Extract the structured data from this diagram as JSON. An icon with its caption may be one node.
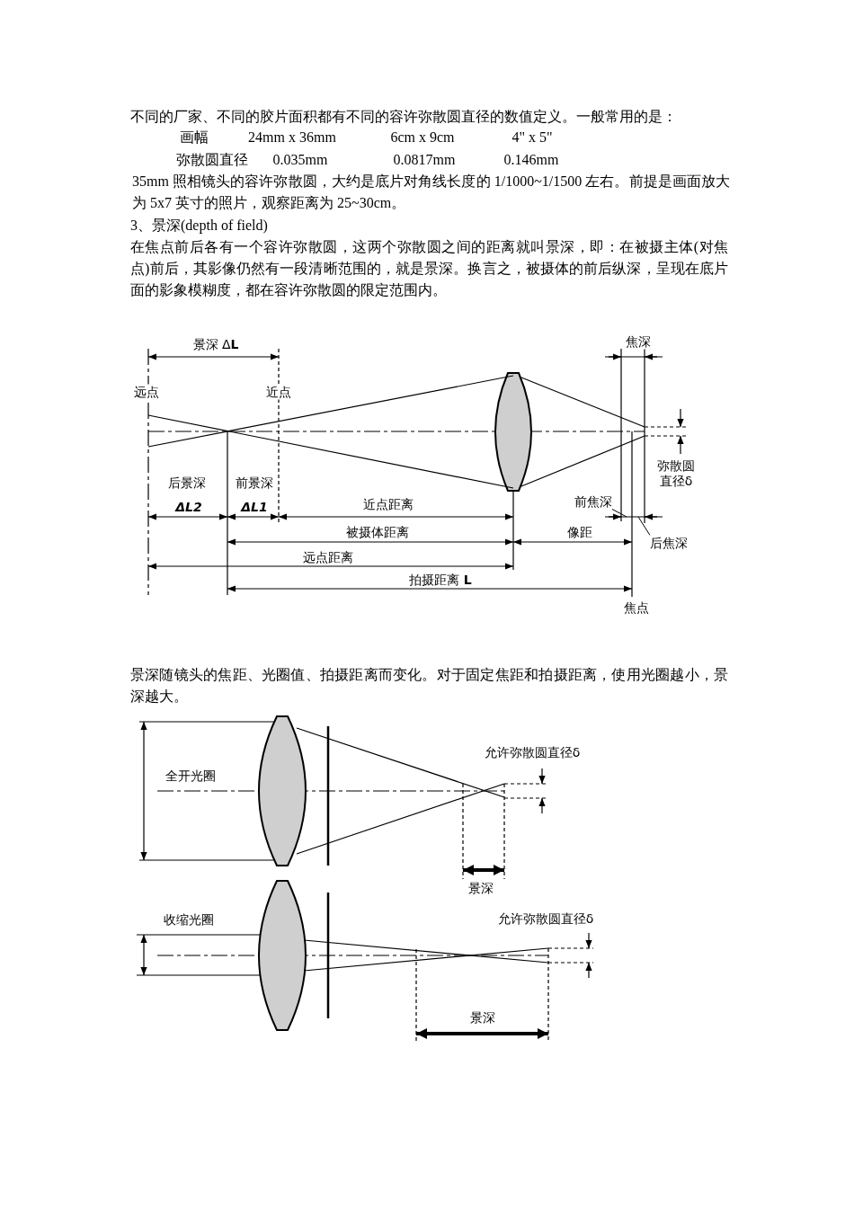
{
  "diagram": {
    "nodes": [
      {
        "text": [
          "前焦深"
        ]
      },
      {
        "text": [
          "后焦深"
        ]
      },
      {
        "text": [],
        "shape": "bar"
      }
    ],
    "edges": [
      {
        "from": 0,
        "to": 2,
        "arrow": "none"
      },
      {
        "from": 1,
        "to": 2,
        "arrow": "none"
      }
    ],
    "labels": [
      "不同的厂家、不同的胶片面积都有不同的容许弥散圆直径的数值定义。一般常用的是：",
      "画幅",
      "24mm x 36mm",
      "6cm x 9cm",
      "4\" x 5\"",
      "弥散圆直径",
      "0.035mm",
      "0.0817mm",
      "0.146mm",
      "35mm 照相镜头的容许弥散圆，大约是底片对角线长度的 1/1000~1/1500 左右。前提是画面放大为 5x7 英寸的照片，观察距离为 25~30cm。",
      "3、景深(depth of field)",
      "在焦点前后各有一个容许弥散圆，这两个弥散圆之间的距离就叫景深，即：在被摄主体(对焦点)前后，其影像仍然有一段清晰范围的，就是景深。换言之，被摄体的前后纵深，呈现在底片面的影象模糊度，都在容许弥散圆的限定范围内。",
      "景深 Δ**L**",
      "焦深",
      "远点",
      "近点",
      "弥散圆直径δ",
      "后景深",
      "前景深",
      "ΔL2",
      "ΔL1",
      "近点距离",
      "被摄体距离",
      "像距",
      "远点距离",
      "拍摄距离 **L**",
      "焦点",
      "景深随镜头的焦距、光圈值、拍摄距离而变化。对于固定焦距和拍摄距离，使用光圈越小，景深越大。",
      "允许弥散圆直径δ",
      "全开光圈",
      "景深",
      "收缩光圈",
      "允许弥散圆直径δ",
      "景深"
    ]
  }
}
